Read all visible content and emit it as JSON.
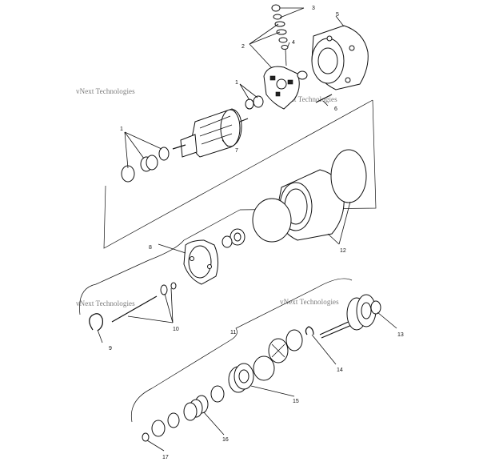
{
  "callouts": {
    "c1": "1",
    "c2": "2",
    "c3": "3",
    "c4": "4",
    "c5": "5",
    "c6": "6",
    "c7": "7",
    "c8": "8",
    "c9": "9",
    "c10": "10",
    "c11": "11",
    "c12": "12",
    "c13": "13",
    "c14": "14",
    "c15": "15",
    "c16": "16",
    "c17": "17"
  },
  "watermarks": {
    "w1": "vNext Technologies",
    "w2": "vNext Technologies",
    "w3": "vNext Technologies",
    "w4": "vNext Technologies"
  }
}
